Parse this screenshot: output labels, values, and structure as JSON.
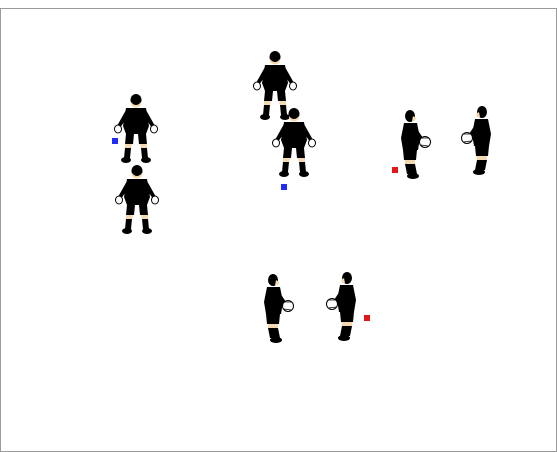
{
  "diagram": {
    "border_color": "#9a9a9a",
    "background": "#ffffff",
    "kit_color": "#000000",
    "glove_color": "#ffffff",
    "skin_color": "#f2d9b0",
    "goalkeepers": [
      {
        "pose": "ready-front"
      },
      {
        "pose": "ready-front"
      },
      {
        "pose": "ready-front"
      },
      {
        "pose": "ready-front"
      },
      {
        "pose": "holding-ball-right"
      },
      {
        "pose": "holding-ball-left"
      },
      {
        "pose": "holding-ball-right"
      },
      {
        "pose": "holding-ball-left"
      }
    ],
    "markers": [
      {
        "color": "#1f2bff"
      },
      {
        "color": "#1f2bff"
      },
      {
        "color": "#e01818"
      },
      {
        "color": "#e01818"
      }
    ]
  }
}
